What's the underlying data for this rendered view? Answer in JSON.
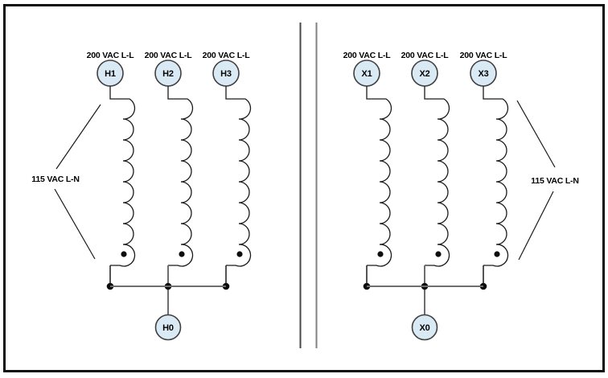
{
  "primary": {
    "windings": [
      {
        "terminal": "H1",
        "voltage_label": "200 VAC L-L"
      },
      {
        "terminal": "H2",
        "voltage_label": "200 VAC L-L"
      },
      {
        "terminal": "H3",
        "voltage_label": "200 VAC L-L"
      }
    ],
    "neutral_terminal": "H0",
    "line_to_neutral_voltage": "115 VAC L-N"
  },
  "secondary": {
    "windings": [
      {
        "terminal": "X1",
        "voltage_label": "200 VAC L-L"
      },
      {
        "terminal": "X2",
        "voltage_label": "200 VAC L-L"
      },
      {
        "terminal": "X3",
        "voltage_label": "200 VAC L-L"
      }
    ],
    "neutral_terminal": "X0",
    "line_to_neutral_voltage": "115 VAC L-N"
  },
  "colors": {
    "terminal_fill": "#d9eaf5",
    "terminal_stroke": "#404040",
    "wire_gray": "#6e6e6e",
    "diagram_black": "#1a1a1a"
  }
}
